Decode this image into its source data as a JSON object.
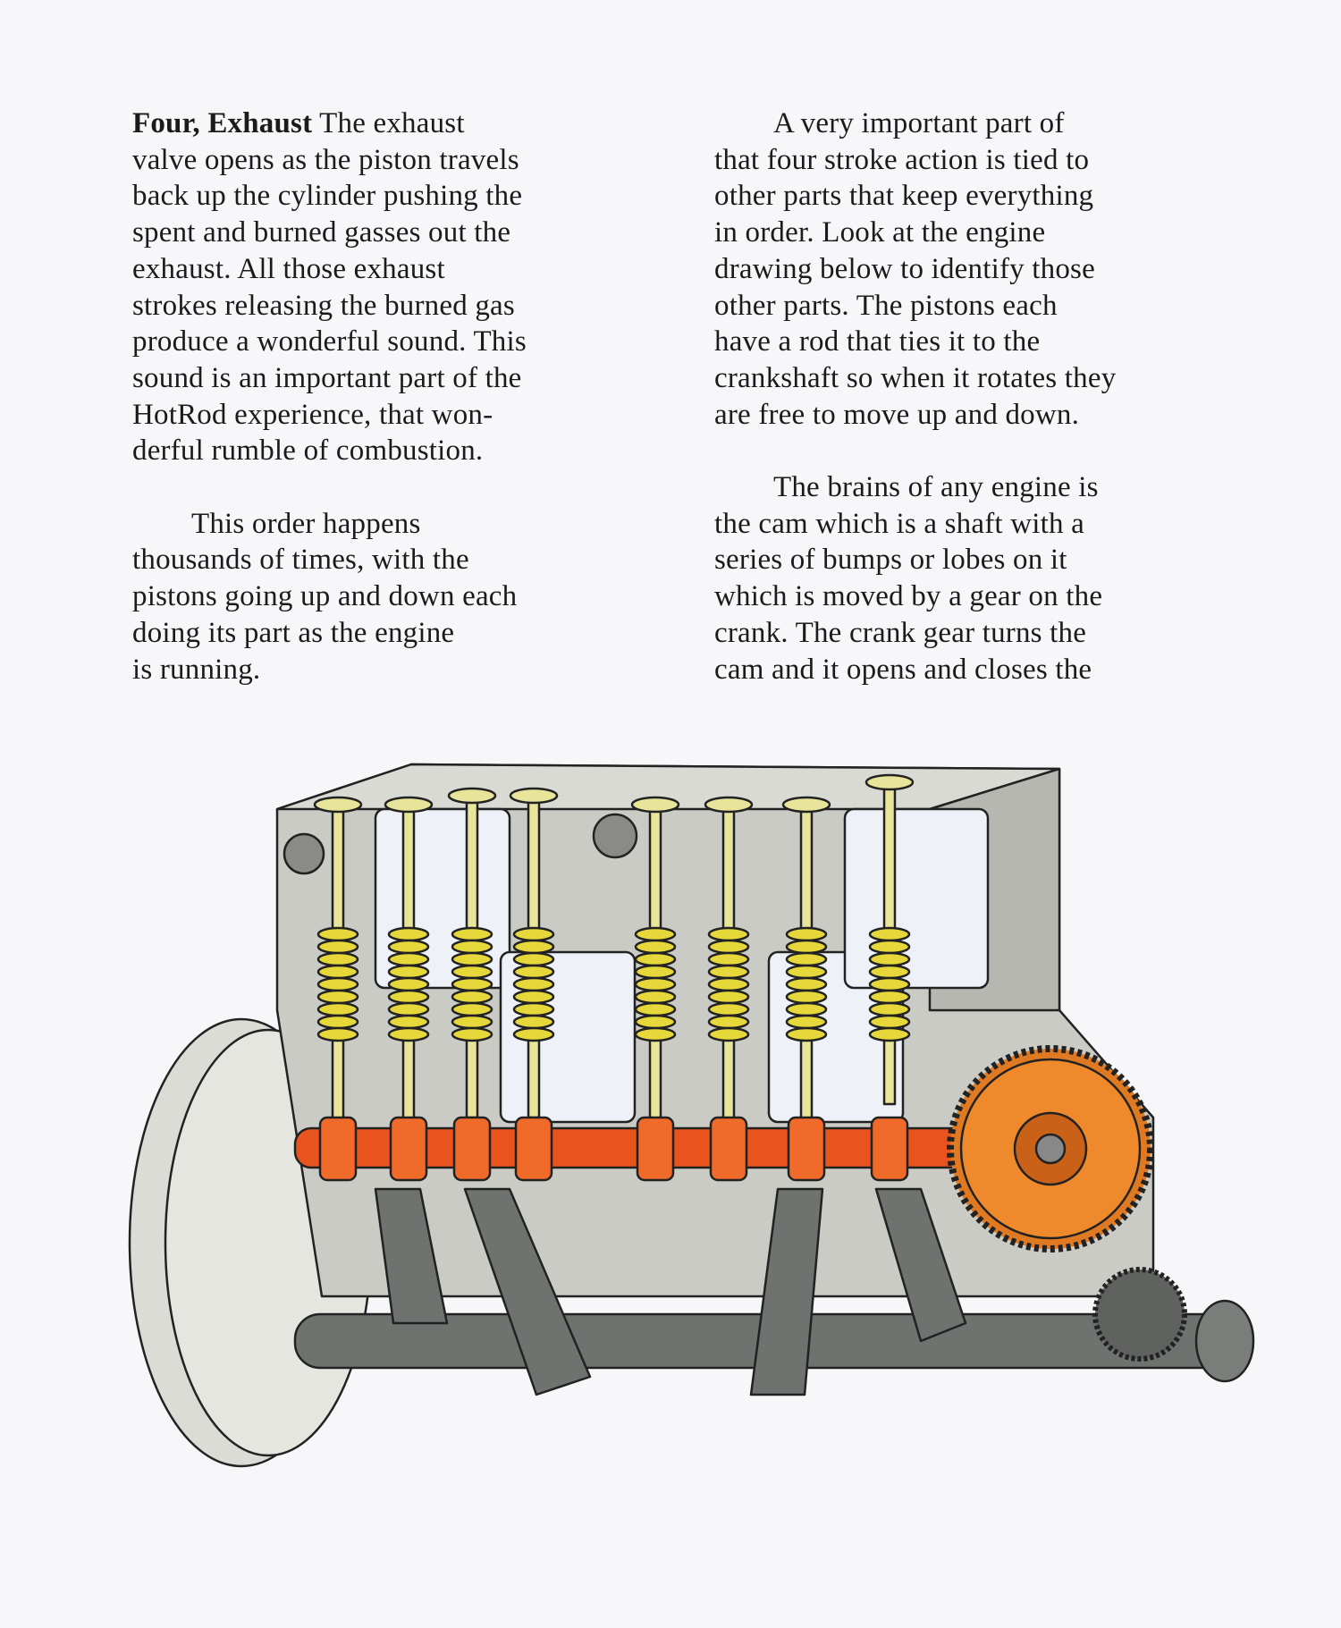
{
  "left_column": {
    "heading": "Four, Exhaust",
    "para1_lines": [
      " The exhaust",
      "valve opens as the piston travels",
      "back up the cylinder pushing the",
      "spent and burned gasses out the",
      "exhaust. All those exhaust",
      "strokes releasing the burned gas",
      "produce a wonderful sound. This",
      "sound is an important part of the",
      "HotRod experience, that won-",
      "derful rumble of combustion."
    ],
    "para2_lines": [
      "This order happens",
      "thousands of times, with the",
      "pistons going up and down each",
      "doing its part as the engine",
      "is running."
    ]
  },
  "right_column": {
    "para1_lines": [
      "A very important part of",
      "that four stroke action is tied to",
      "other parts that keep everything",
      "in order. Look at the engine",
      "drawing below to identify those",
      "other parts. The pistons each",
      "have a rod that ties it to the",
      "crankshaft so when it rotates they",
      "are free to move up and down."
    ],
    "para2_lines": [
      "The brains of any engine is",
      "the cam which is a shaft with a",
      "series of bumps or lobes on it",
      "which is moved by a gear on the",
      "crank. The crank gear turns the",
      "cam and it opens and closes the"
    ]
  },
  "illustration": {
    "subject": "engine-cutaway",
    "colors": {
      "block": "#c9c9c4",
      "valve": "#e8e59a",
      "spring": "#e6d83a",
      "camshaft": "#e8531e",
      "gear": "#e07a22",
      "piston": "#eef2f8",
      "crank": "#6f7370"
    }
  }
}
